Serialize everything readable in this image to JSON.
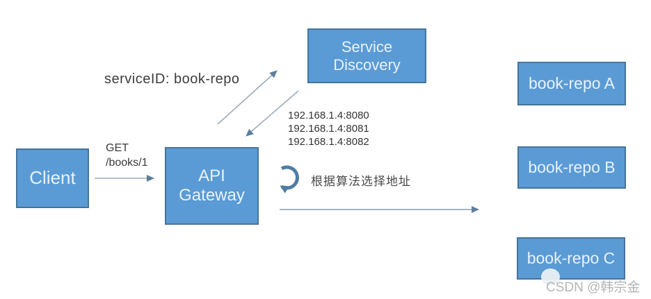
{
  "nodes": {
    "client": "Client",
    "api_gateway": "API Gateway",
    "service_discovery": "Service Discovery",
    "book_repo_a": "book-repo A",
    "book_repo_b": "book-repo B",
    "book_repo_c": "book-repo C"
  },
  "labels": {
    "service_id": "serviceID: book-repo",
    "request_method": "GET",
    "request_path": "/books/1",
    "ip_list": [
      "192.168.1.4:8080",
      "192.168.1.4:8081",
      "192.168.1.4:8082"
    ],
    "algorithm_note": "根据算法选择地址"
  },
  "edges": [
    {
      "from": "client",
      "to": "api_gateway",
      "label": "GET /books/1"
    },
    {
      "from": "api_gateway",
      "to": "service_discovery",
      "label": "serviceID: book-repo"
    },
    {
      "from": "service_discovery",
      "to": "api_gateway",
      "label": "192.168.1.4:8080/8081/8082"
    },
    {
      "from": "api_gateway",
      "to": "book_repos",
      "label": "根据算法选择地址"
    }
  ],
  "watermark": "CSDN @韩宗金",
  "colors": {
    "node_fill": "#5b9bd5",
    "node_border": "#44749c",
    "node_text": "#e9f2fb",
    "arrow_line": "#9aacb8",
    "arrow_head": "#5c7f9c",
    "loop_arrow": "#4e7ca5",
    "label_text": "#3d3d3d",
    "watermark_text": "#b5b5b5"
  }
}
